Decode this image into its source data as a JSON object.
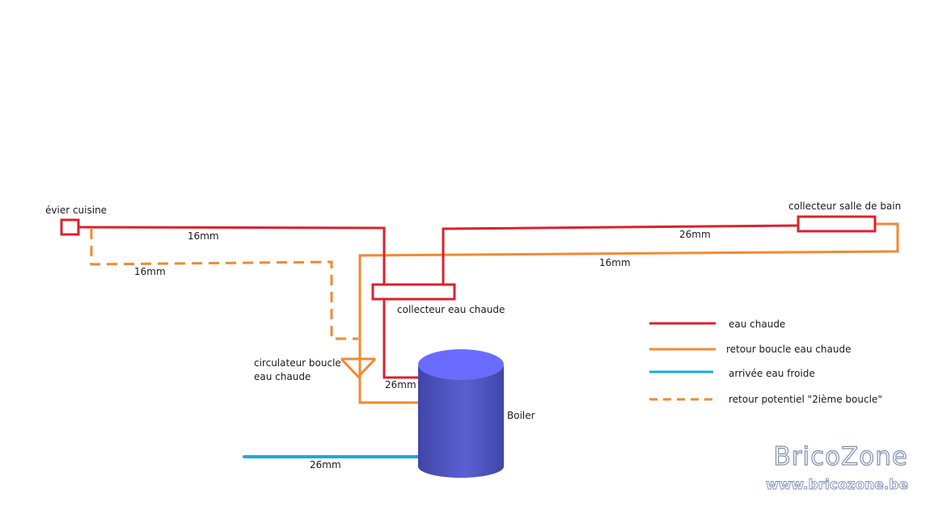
{
  "colors": {
    "hot": "#d8232e",
    "return": "#f08a33",
    "cold": "#1ea6e2",
    "boiler_top": "#6a6cff",
    "boiler_body_dark": "#4046a8",
    "boiler_body_light": "#5b60d0"
  },
  "labels": {
    "evier": "évier cuisine",
    "collecteur_sdb": "collecteur salle de bain",
    "collecteur_eau": "collecteur eau chaude",
    "circulateur_1": "circulateur boucle",
    "circulateur_2": "eau chaude",
    "boiler": "Boiler",
    "pipe_16_top": "16mm",
    "pipe_16_dashed": "16mm",
    "pipe_16_return": "16mm",
    "pipe_26_sdb": "26mm",
    "pipe_26_boiler": "26mm",
    "pipe_26_cold": "26mm"
  },
  "legend": [
    {
      "label": "eau chaude",
      "color_key": "hot",
      "dashed": false
    },
    {
      "label": "retour boucle eau chaude",
      "color_key": "return",
      "dashed": false
    },
    {
      "label": "arrivée eau froide",
      "color_key": "cold",
      "dashed": false
    },
    {
      "label": "retour potentiel \"2ième boucle\"",
      "color_key": "return",
      "dashed": true
    }
  ],
  "watermark": {
    "brand": "BricoZone",
    "url": "www.bricozone.be"
  }
}
